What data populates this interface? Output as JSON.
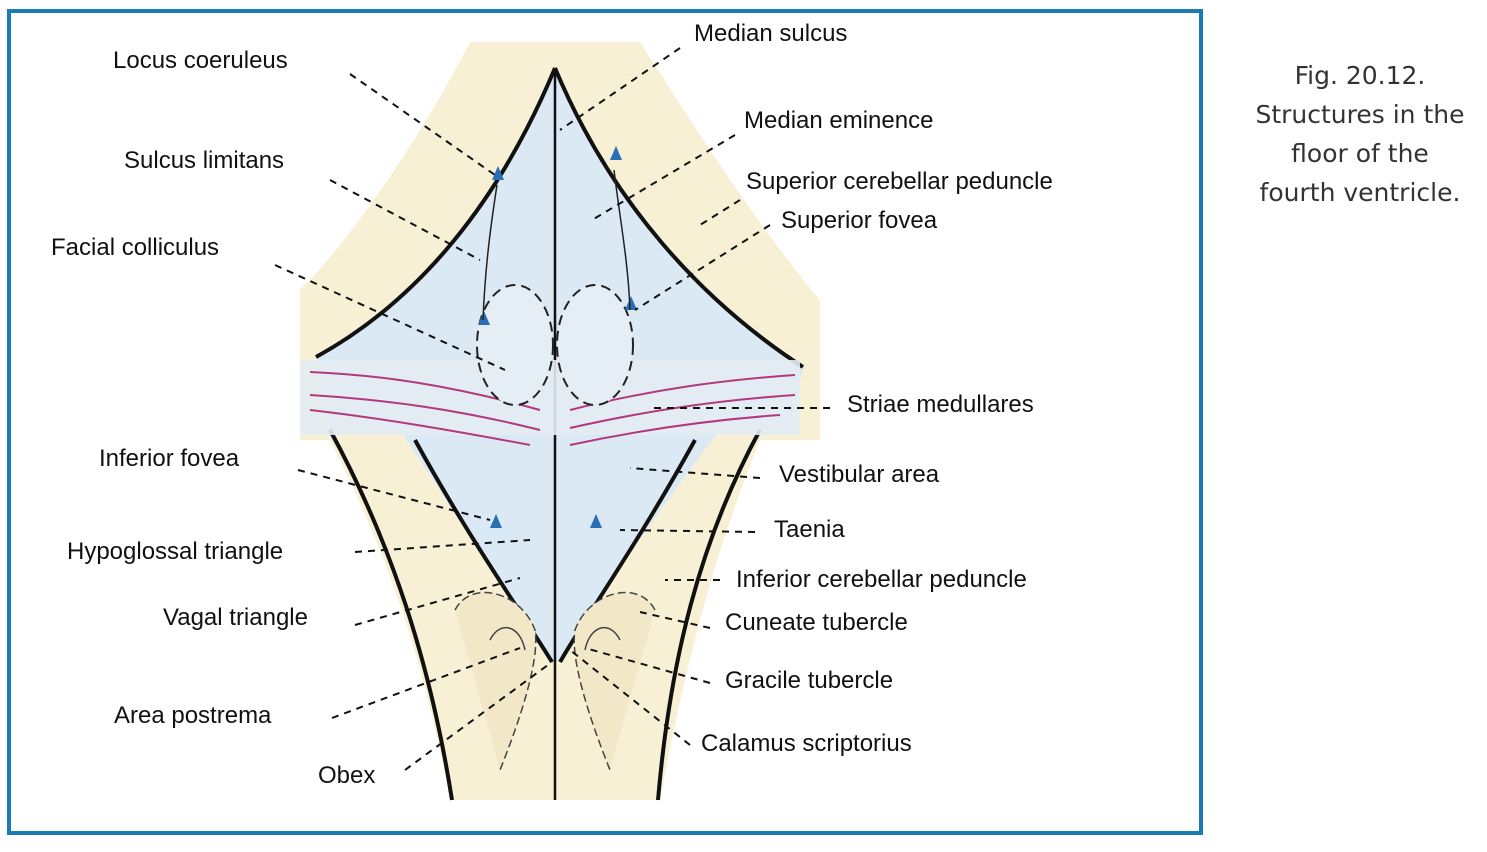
{
  "figure": {
    "caption_lines": [
      "Fig. 20.12.",
      "Structures in the",
      "floor of the",
      "fourth ventricle."
    ]
  },
  "labels": {
    "locus_coeruleus": "Locus coeruleus",
    "sulcus_limitans": "Sulcus limitans",
    "facial_colliculus": "Facial colliculus",
    "inferior_fovea": "Inferior fovea",
    "hypoglossal_triangle": "Hypoglossal triangle",
    "vagal_triangle": "Vagal triangle",
    "area_postrema": "Area postrema",
    "obex": "Obex",
    "median_sulcus": "Median sulcus",
    "median_eminence": "Median eminence",
    "superior_cerebellar_peduncle": "Superior cerebellar peduncle",
    "superior_fovea": "Superior fovea",
    "striae_medullares": "Striae medullares",
    "vestibular_area": "Vestibular area",
    "taenia": "Taenia",
    "inferior_cerebellar_peduncle": "Inferior cerebellar peduncle",
    "cuneate_tubercle": "Cuneate tubercle",
    "gracile_tubercle": "Gracile tubercle",
    "calamus_scriptorius": "Calamus scriptorius"
  },
  "colors": {
    "frame_border": "#1a7bb5",
    "ventricle_floor": "#dbe9f4",
    "peduncle_tissue": "#f7f0d5",
    "striae": "#b3397d",
    "fovea_marks": "#2a6fb5"
  }
}
